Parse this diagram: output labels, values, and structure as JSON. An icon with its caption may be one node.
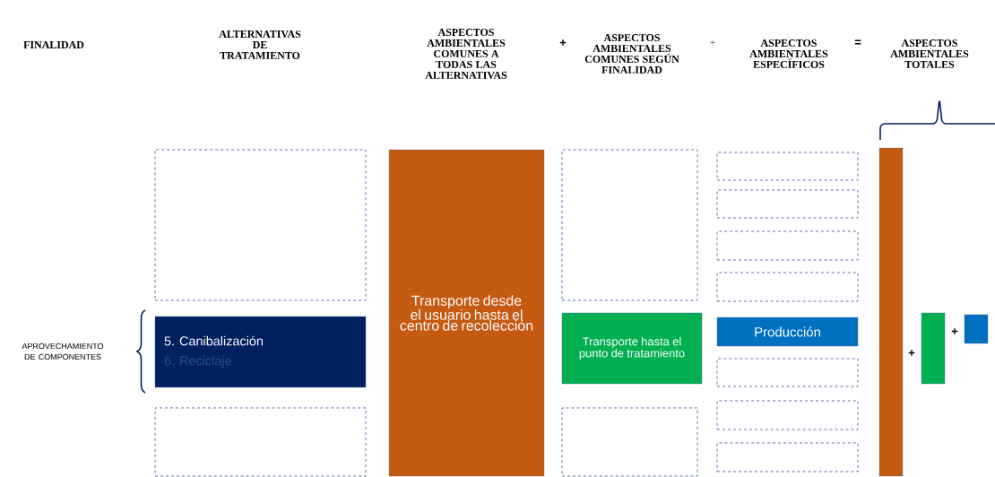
{
  "diagram": {
    "nodes": [
      {
        "text": [],
        "shape": "box"
      },
      {
        "text": [
          "5. Canibalización",
          "6. Reciclaje"
        ]
      },
      {
        "text": [],
        "shape": "box"
      },
      {
        "text": [
          "Transporte desde el usuario hasta el centro de recolección"
        ]
      },
      {
        "text": [],
        "shape": "box"
      },
      {
        "text": [
          "Transporte hasta el punto de tratamiento"
        ]
      },
      {
        "text": [],
        "shape": "box"
      },
      {
        "text": [],
        "shape": "box"
      },
      {
        "text": [],
        "shape": "box"
      },
      {
        "text": [],
        "shape": "box"
      },
      {
        "text": [],
        "shape": "box"
      },
      {
        "text": [
          "Producción"
        ]
      },
      {
        "text": [],
        "shape": "box"
      },
      {
        "text": [],
        "shape": "box"
      },
      {
        "text": [],
        "shape": "box"
      },
      {
        "text": [],
        "shape": "bar"
      },
      {
        "text": [],
        "shape": "bar"
      },
      {
        "text": [],
        "shape": "bar"
      }
    ],
    "labels": [
      "FINALIDAD",
      "ALTERNATIVAS DE TRATAMIENTO",
      "ASPECTOS AMBIENTALES COMUNES A TODAS LAS ALTERNATIVAS",
      "+",
      "ASPECTOS AMBIENTALES COMUNES SEGÚN FINALIDAD",
      "+",
      "ASPECTOS AMBIENTALES ESPECÍFICOS",
      "=",
      "ASPECTOS AMBIENTALES TOTALES",
      "APROVECHAMIENTO DE COMPONENTES",
      "+",
      "+"
    ]
  }
}
